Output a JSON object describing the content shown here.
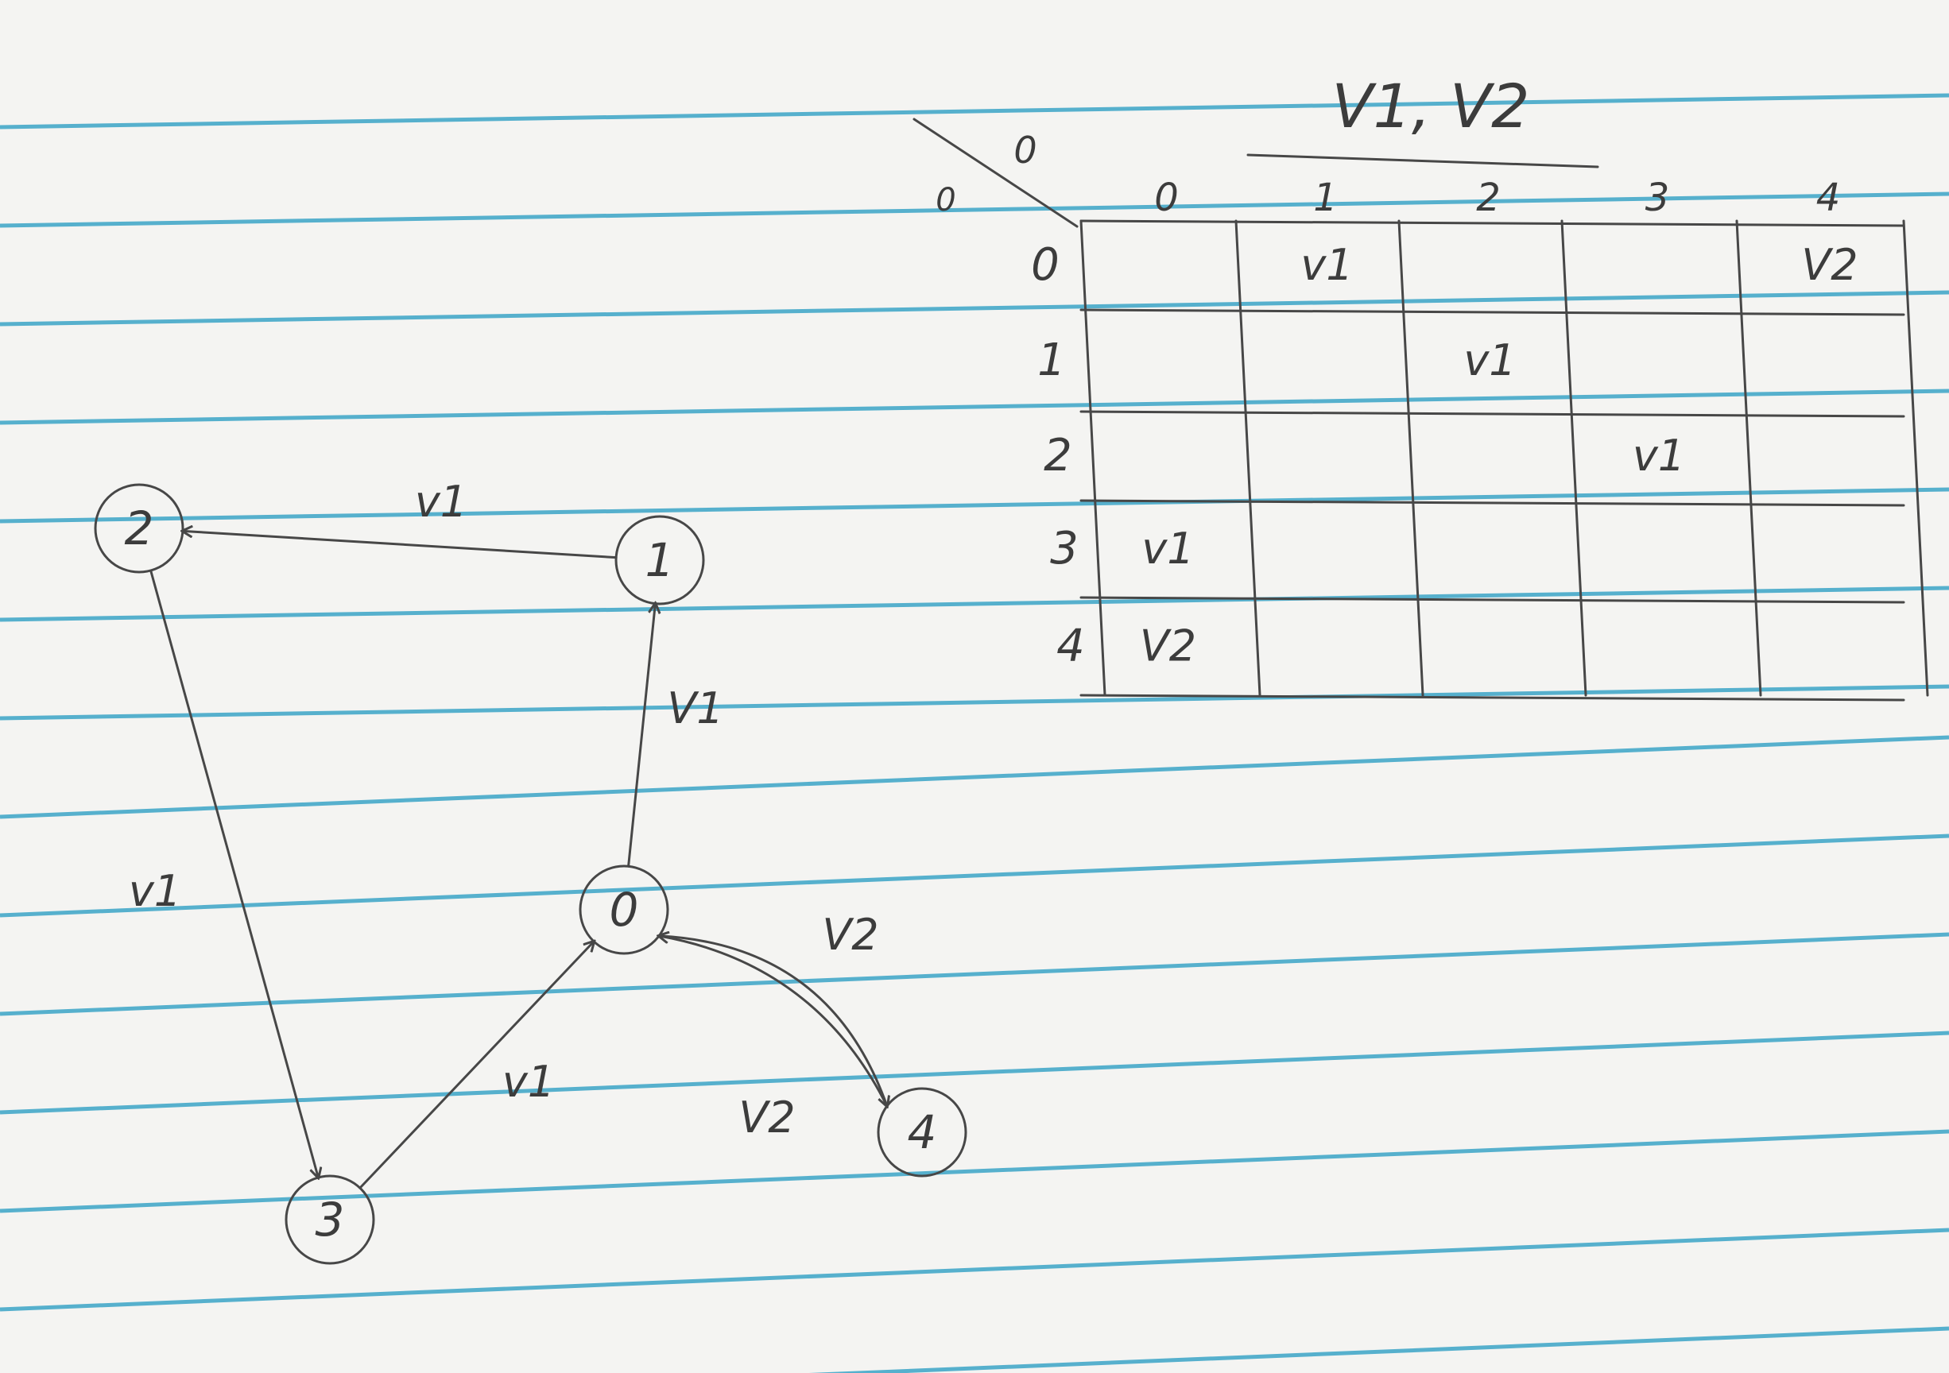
{
  "graph": {
    "nodes": [
      {
        "id": "n0",
        "label": "0"
      },
      {
        "id": "n1",
        "label": "1"
      },
      {
        "id": "n2",
        "label": "2"
      },
      {
        "id": "n3",
        "label": "3"
      },
      {
        "id": "n4",
        "label": "4"
      }
    ],
    "edges": [
      {
        "id": "e1-2",
        "from": "1",
        "to": "2",
        "label": "v1"
      },
      {
        "id": "e2-3",
        "from": "2",
        "to": "3",
        "label": "v1"
      },
      {
        "id": "e3-0",
        "from": "3",
        "to": "0",
        "label": "v1"
      },
      {
        "id": "e0-1",
        "from": "0",
        "to": "1",
        "label": "V1"
      },
      {
        "id": "e0-4-upper",
        "from": "0",
        "to": "4",
        "label": "V2"
      },
      {
        "id": "e4-0-lower",
        "from": "4",
        "to": "0",
        "label": "V2"
      }
    ]
  },
  "matrix": {
    "title": "V1, V2",
    "corner_top": "0",
    "corner_left": "0",
    "col_headers": [
      "0",
      "1",
      "2",
      "3",
      "4"
    ],
    "row_headers": [
      "0",
      "1",
      "2",
      "3",
      "4"
    ],
    "cells": [
      [
        "",
        "v1",
        "",
        "",
        "V2"
      ],
      [
        "",
        "",
        "v1",
        "",
        ""
      ],
      [
        "",
        "",
        "",
        "v1",
        ""
      ],
      [
        "v1",
        "",
        "",
        "",
        ""
      ],
      [
        "V2",
        "",
        "",
        "",
        ""
      ]
    ]
  }
}
